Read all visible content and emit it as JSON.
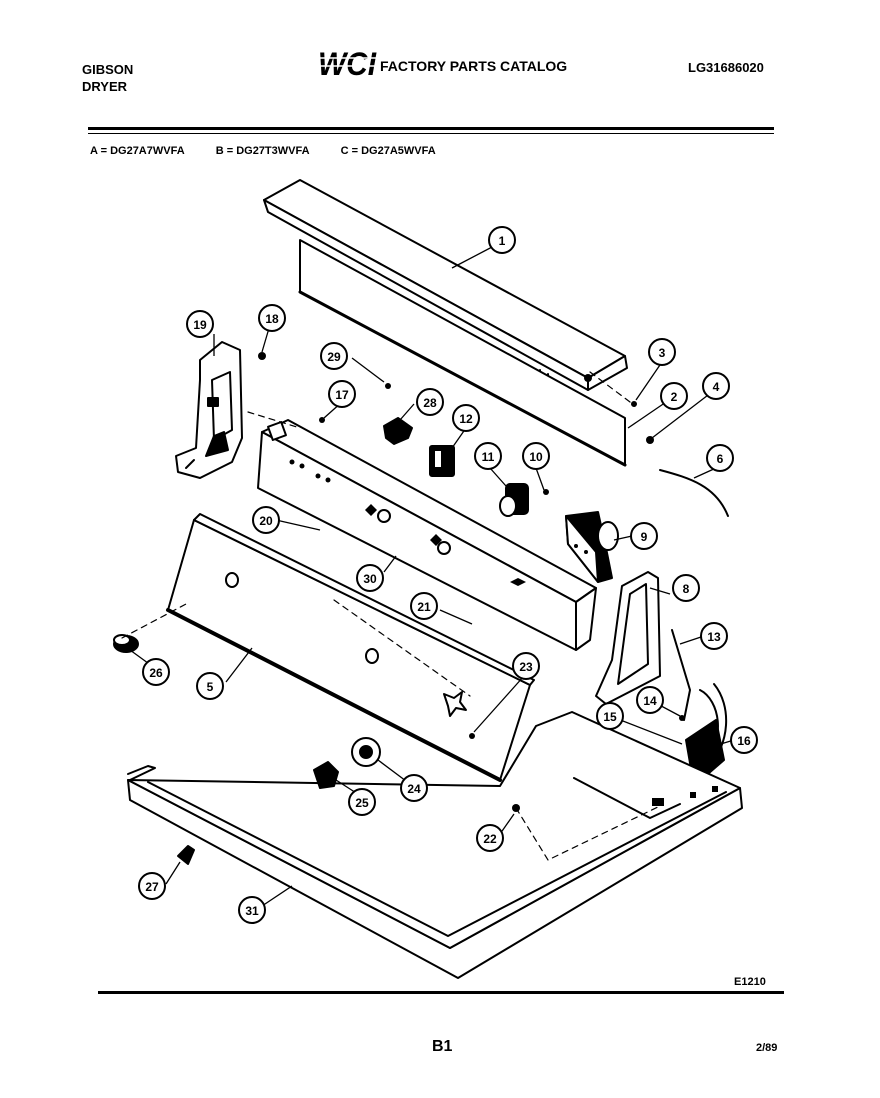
{
  "header": {
    "brand_line1": "GIBSON",
    "brand_line2": "DRYER",
    "logo": "WCI",
    "catalog_title": "FACTORY PARTS CATALOG",
    "catalog_number": "LG31686020"
  },
  "models": [
    {
      "label": "A = DG27A7WVFA"
    },
    {
      "label": "B = DG27T3WVFA"
    },
    {
      "label": "C = DG27A5WVFA"
    }
  ],
  "diagram": {
    "figure_code": "E1210",
    "parts": [
      {
        "number": "1"
      },
      {
        "number": "2"
      },
      {
        "number": "3"
      },
      {
        "number": "4"
      },
      {
        "number": "5"
      },
      {
        "number": "6"
      },
      {
        "number": "8"
      },
      {
        "number": "9"
      },
      {
        "number": "10"
      },
      {
        "number": "11"
      },
      {
        "number": "12"
      },
      {
        "number": "13"
      },
      {
        "number": "14"
      },
      {
        "number": "15"
      },
      {
        "number": "16"
      },
      {
        "number": "17"
      },
      {
        "number": "18"
      },
      {
        "number": "19"
      },
      {
        "number": "20"
      },
      {
        "number": "21"
      },
      {
        "number": "22"
      },
      {
        "number": "23"
      },
      {
        "number": "24"
      },
      {
        "number": "25"
      },
      {
        "number": "26"
      },
      {
        "number": "27"
      },
      {
        "number": "28"
      },
      {
        "number": "29"
      },
      {
        "number": "30"
      },
      {
        "number": "31"
      }
    ]
  },
  "footer": {
    "page": "B1",
    "date": "2/89"
  }
}
